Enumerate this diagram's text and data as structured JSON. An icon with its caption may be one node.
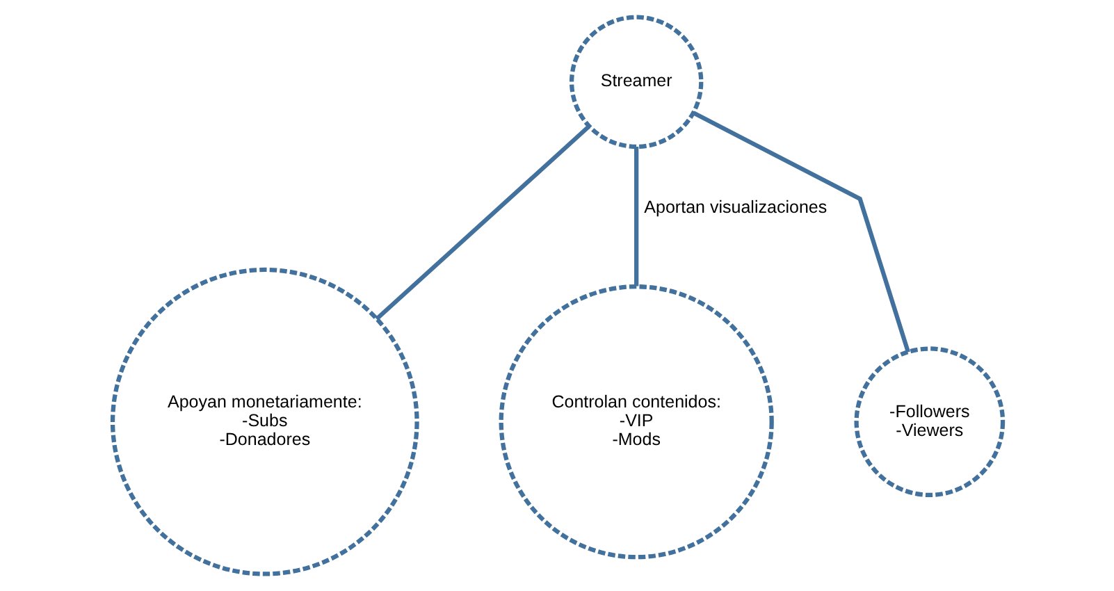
{
  "diagram": {
    "nodes": [
      {
        "text": [
          "Streamer"
        ]
      },
      {
        "text": [
          "Apoyan monetariamente:",
          "-Subs",
          "-Donadores"
        ]
      },
      {
        "text": [
          "Controlan contenidos:",
          "-VIP",
          "-Mods"
        ]
      },
      {
        "text": [
          "-Followers",
          "-Viewers"
        ]
      }
    ],
    "edges": [
      {
        "from": 0,
        "to": 1,
        "arrow": "none"
      },
      {
        "from": 0,
        "to": 2,
        "arrow": "none",
        "label": "Aportan visualizaciones"
      },
      {
        "from": 0,
        "to": 3,
        "arrow": "none"
      }
    ]
  }
}
